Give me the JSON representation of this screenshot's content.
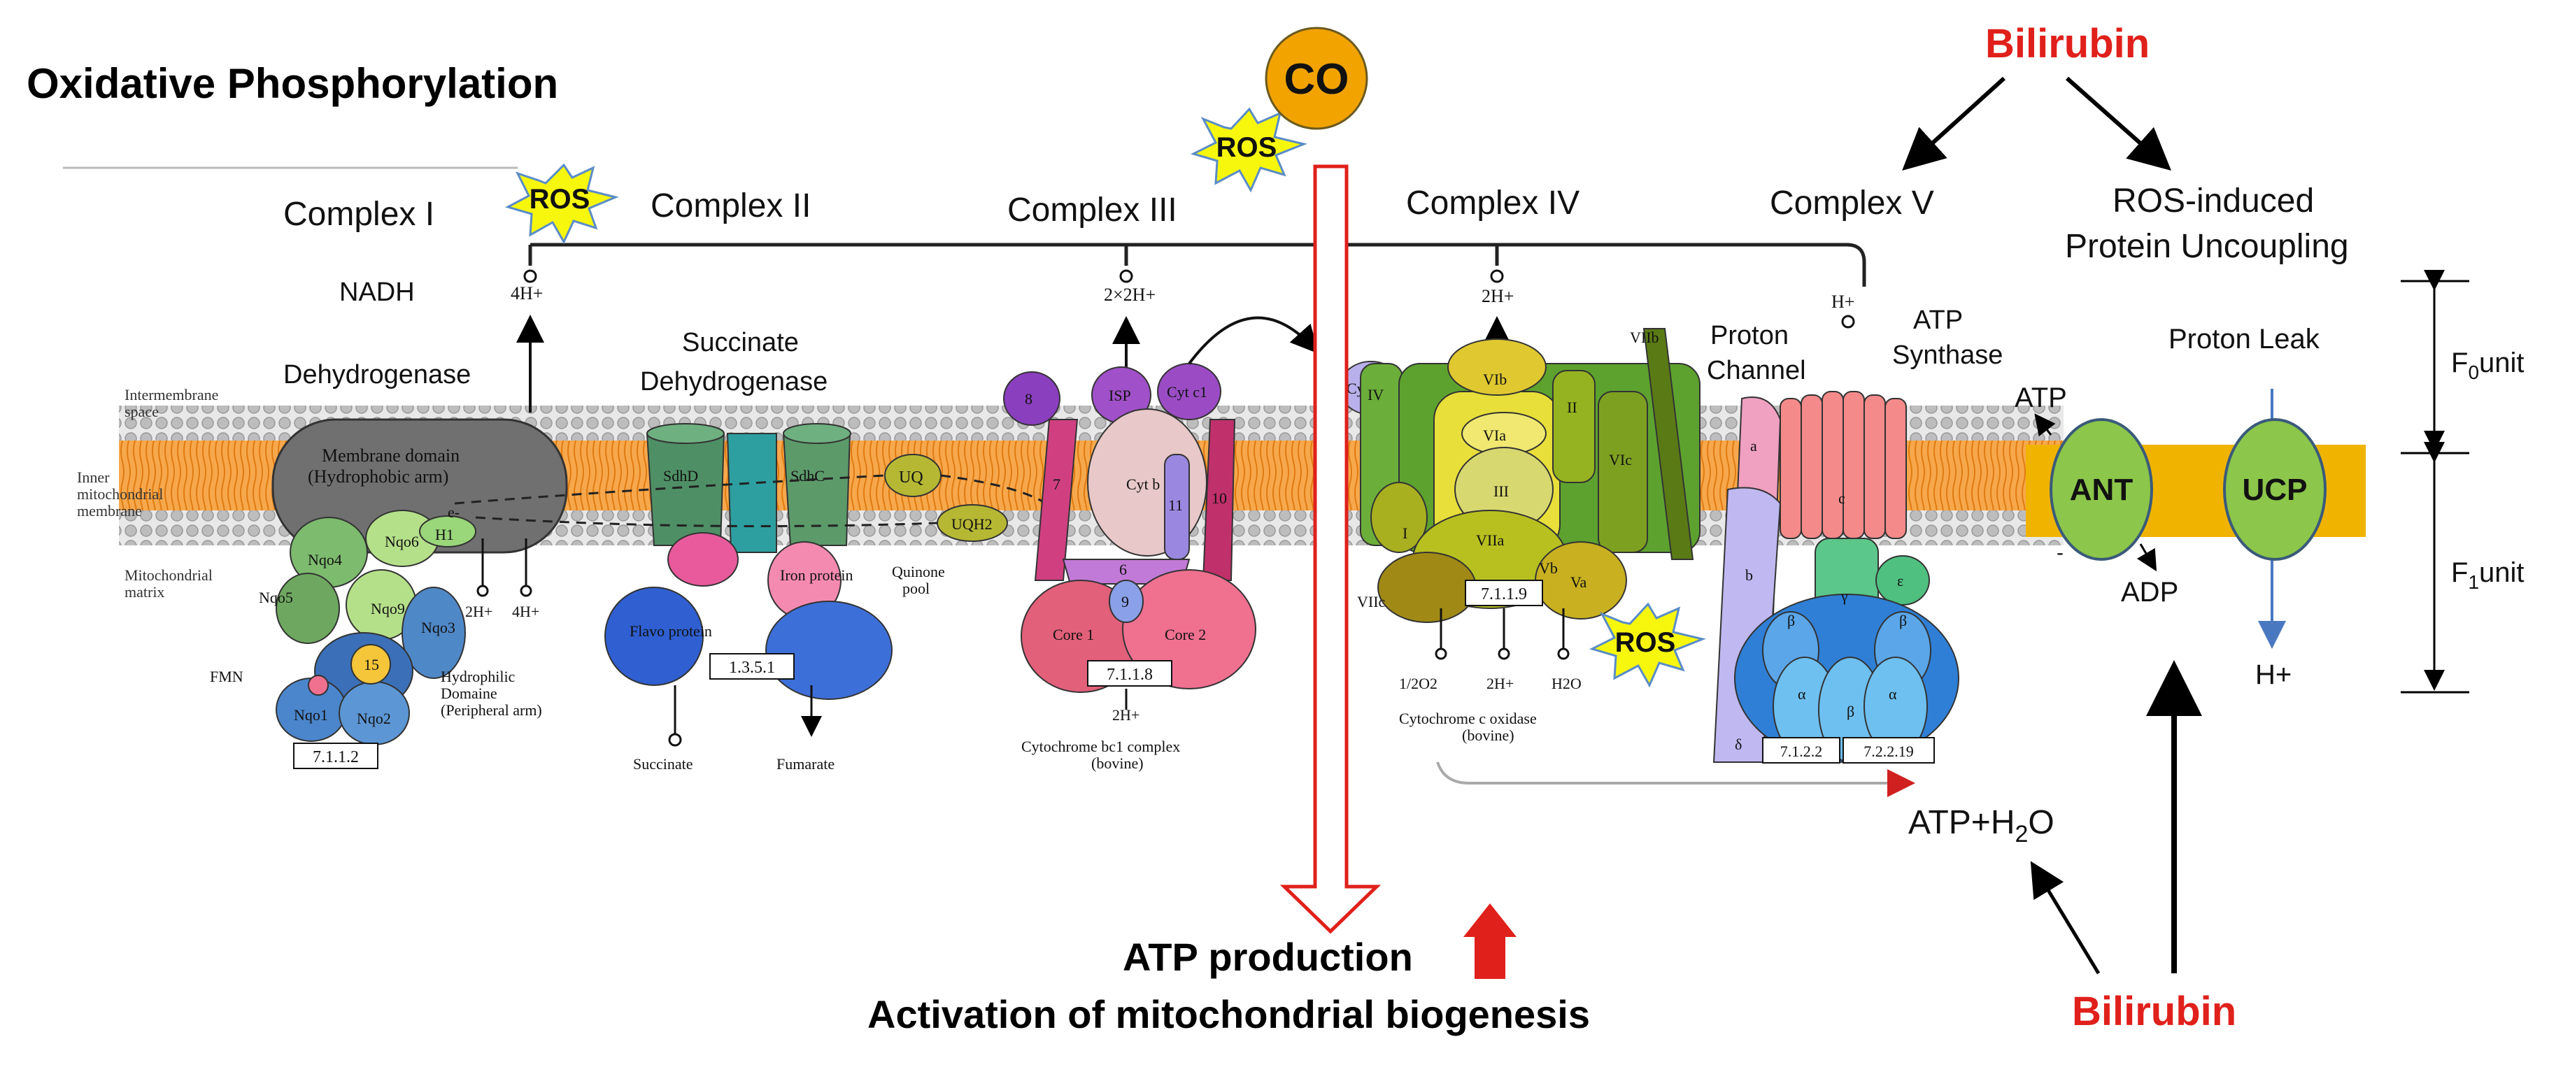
{
  "title": "Oxidative Phosphorylation",
  "colors": {
    "membrane_band": "#F0B400",
    "bilirubin_red": "#E0201B",
    "co_orange": "#F2A300",
    "ros_yellow": "#F7F70E",
    "ant_ucp_green": "#8CC64A",
    "arrow_red": "#E0201B"
  },
  "complexes": {
    "c1": "Complex I",
    "c2": "Complex II",
    "c3": "Complex III",
    "c4": "Complex IV",
    "c5": "Complex V"
  },
  "labels": {
    "nadh_1": "NADH",
    "nadh_2": "Dehydrogenase",
    "succ_1": "Succinate",
    "succ_2": "Dehydrogenase",
    "proton_1": "Proton",
    "proton_2": "Channel",
    "atp_syn_1": "ATP",
    "atp_syn_2": "Synthase",
    "ros_unc_1": "ROS-induced",
    "ros_unc_2": "Protein Uncoupling",
    "proton_leak": "Proton Leak",
    "f0_main": "F",
    "f0_sub": "0",
    "f0_unit": "unit",
    "f1_main": "F",
    "f1_sub": "1",
    "f1_unit": "unit",
    "atp_small": "ATP",
    "adp": "ADP",
    "hplus": "H+",
    "atp_h2o_a": "ATP+H",
    "atp_h2o_sub": "2",
    "atp_h2o_b": "O",
    "ant": "ANT",
    "ucp": "UCP",
    "co": "CO",
    "ros": "ROS",
    "bilirubin_top": "Bilirubin",
    "bilirubin_bottom": "Bilirubin",
    "atp_production": "ATP production",
    "activation": "Activation of mitochondrial biogenesis"
  },
  "kegg_labels": {
    "intermembrane": [
      "Intermembrane",
      "space"
    ],
    "inner_membrane": [
      "Inner",
      "mitochondrial",
      "membrane"
    ],
    "matrix": [
      "Mitochondrial",
      "matrix"
    ],
    "membrane_domain": [
      "Membrane domain",
      "(Hydrophobic arm)"
    ],
    "hydrophilic": [
      "Hydrophilic",
      "Domaine",
      "(Peripheral arm)"
    ],
    "quinone_pool": [
      "Quinone",
      "pool"
    ],
    "cyt_bc1": [
      "Cytochrome bc1 complex",
      "(bovine)"
    ],
    "cyt_c_ox": [
      "Cytochrome c oxidase",
      "(bovine)"
    ],
    "h4_c1": "4H+",
    "h2x2": "2×2H+",
    "h2_c4": "2H+",
    "h_c5": "H+",
    "h2_c1": "2H+",
    "h4_c1b": "4H+",
    "h2_c3": "2H+",
    "h2_c4b": "2H+",
    "half_o2": "1/2O2",
    "h2o": "H2O",
    "fmn": "FMN",
    "succinate": "Succinate",
    "fumarate": "Fumarate",
    "uq": "UQ",
    "uqh2": "UQH2",
    "e_minus": "e-",
    "ec": [
      "7.1.1.2",
      "1.3.5.1",
      "7.1.1.8",
      "7.1.1.9",
      "7.1.2.2",
      "7.2.2.19"
    ],
    "c1_units": [
      "Nqo4",
      "Nqo6",
      "Nqo5",
      "Nqo9",
      "Nqo3",
      "Nqo1",
      "Nqo2",
      "H1",
      "15"
    ],
    "c2_units": [
      "SdhD",
      "SdhC",
      "Iron protein",
      "Flavo protein"
    ],
    "c3_units": [
      "8",
      "ISP",
      "Cyt c1",
      "Cyt b",
      "7",
      "10",
      "11",
      "6",
      "9",
      "Core 1",
      "Core 2"
    ],
    "cytc": "Cyt c",
    "c4_units": [
      "IV",
      "III",
      "II",
      "VIb",
      "VIa",
      "VIIa",
      "Vb",
      "Va",
      "VIc",
      "VIIb",
      "VIIc",
      "I"
    ],
    "c5_units": [
      "a",
      "b",
      "c",
      "γ",
      "ε",
      "α",
      "β",
      "δ"
    ]
  }
}
